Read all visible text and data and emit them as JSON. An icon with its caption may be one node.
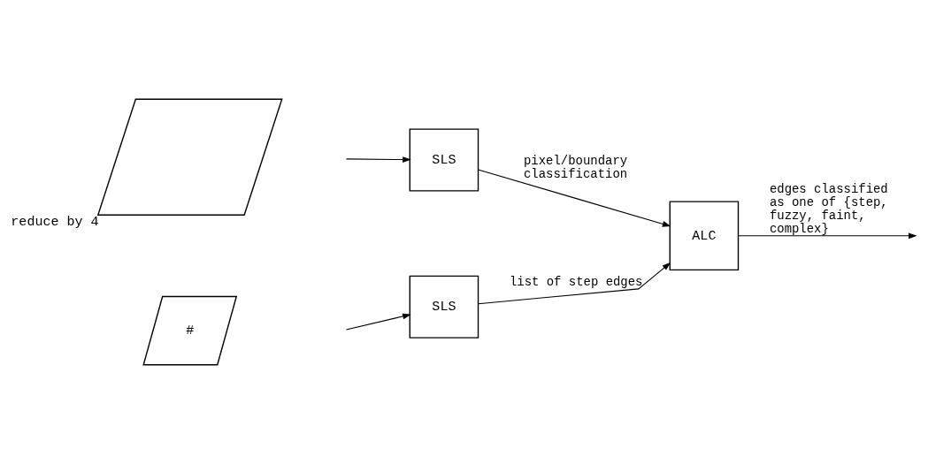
{
  "diagram": {
    "nodes": [
      {
        "text": [],
        "shape": "parallelogram",
        "beside": [
          "reduce by 4"
        ]
      },
      {
        "text": [
          "#"
        ]
      },
      {
        "text": [
          "SLS"
        ]
      },
      {
        "text": [
          "SLS"
        ]
      },
      {
        "text": [
          "ALC"
        ]
      }
    ],
    "edges": [
      {
        "from": null,
        "to": 2,
        "arrow": "to"
      },
      {
        "from": null,
        "to": 3,
        "arrow": "to"
      },
      {
        "from": 2,
        "to": 4,
        "arrow": "to",
        "label": "pixel/boundary classification"
      },
      {
        "from": 3,
        "to": 4,
        "arrow": "to",
        "label": "list of step edges"
      },
      {
        "from": 4,
        "to": null,
        "arrow": "to",
        "label": "edges classified as one of {step, fuzzy, faint, complex}"
      }
    ]
  }
}
